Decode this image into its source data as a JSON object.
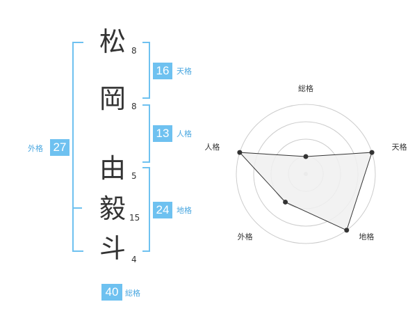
{
  "name_chars": [
    {
      "char": "松",
      "strokes": "8"
    },
    {
      "char": "岡",
      "strokes": "8"
    },
    {
      "char": "由",
      "strokes": "5"
    },
    {
      "char": "毅",
      "strokes": "15"
    },
    {
      "char": "斗",
      "strokes": "4"
    }
  ],
  "kaku": {
    "ten": {
      "value": "16",
      "label": "天格"
    },
    "jin": {
      "value": "13",
      "label": "人格"
    },
    "chi": {
      "value": "24",
      "label": "地格"
    },
    "gai": {
      "value": "27",
      "label": "外格"
    },
    "sou": {
      "value": "40",
      "label": "総格"
    }
  },
  "chart_data": {
    "type": "radar",
    "axes": [
      "総格",
      "天格",
      "地格",
      "外格",
      "人格"
    ],
    "values": [
      0.25,
      1.0,
      1.0,
      0.5,
      1.0
    ],
    "rings": 4,
    "colors": {
      "fill": "#f0f0f0",
      "line": "#333333",
      "ring": "#cccccc",
      "accent": "#6ec1f0"
    }
  }
}
